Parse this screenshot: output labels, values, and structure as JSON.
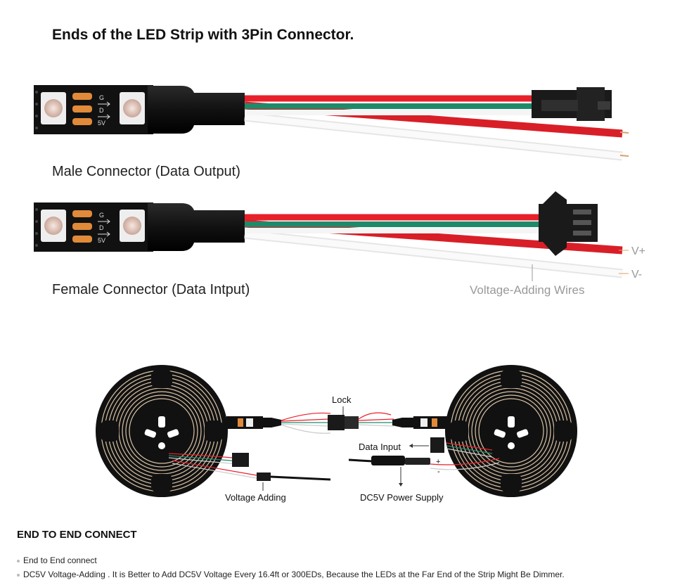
{
  "title": "Ends of the LED Strip with 3Pin Connector.",
  "male_label": "Male Connector (Data Output)",
  "female_label": "Female Connector (Data Intput)",
  "pad_labels": [
    "G",
    "D",
    "5V"
  ],
  "voltage_plus": "V+",
  "voltage_minus": "V-",
  "voltage_wires_label": "Voltage-Adding Wires",
  "diagram": {
    "lock": "Lock",
    "data_input": "Data Input",
    "voltage_adding": "Voltage Adding",
    "power_supply": "DC5V Power Supply",
    "plus": "+",
    "minus": "-"
  },
  "section_heading": "END TO END CONNECT",
  "notes": [
    "End to End connect",
    "DC5V Voltage-Adding . It is Better to Add DC5V Voltage Every 16.4ft or 300EDs, Because the LEDs at the Far End of the Strip Might Be Dimmer."
  ],
  "colors": {
    "wire_red": "#e8202a",
    "wire_green": "#1f8a6a",
    "wire_white": "#f2f2f2",
    "pad_orange": "#e08a3a",
    "strip_black": "#111111"
  }
}
